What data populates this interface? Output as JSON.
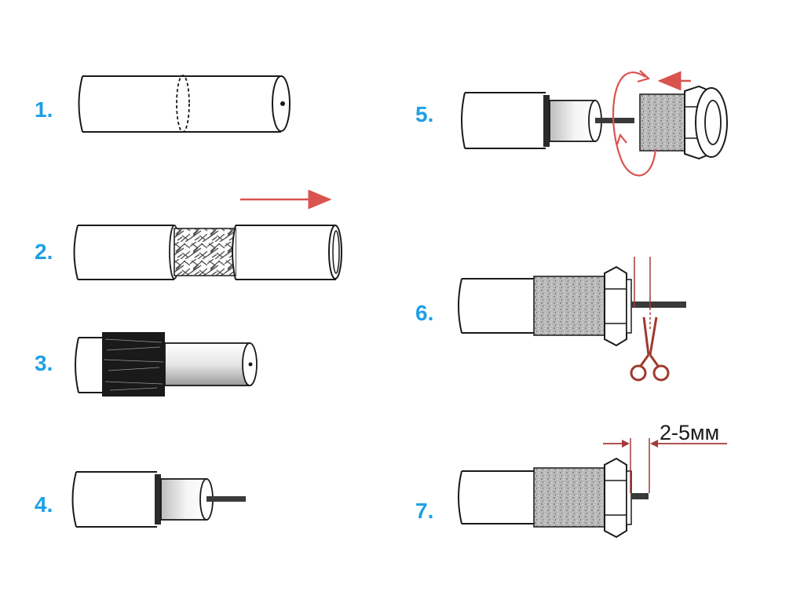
{
  "steps": [
    {
      "number": "1."
    },
    {
      "number": "2."
    },
    {
      "number": "3."
    },
    {
      "number": "4."
    },
    {
      "number": "5."
    },
    {
      "number": "6."
    },
    {
      "number": "7."
    }
  ],
  "dimension_label": "2-5мм",
  "colors": {
    "step_number": "#1ea0e6",
    "arrow": "#d9534f",
    "guide_line": "#a33a3a",
    "scissors": "#9e3b2f",
    "outline": "#1a1a1a"
  }
}
